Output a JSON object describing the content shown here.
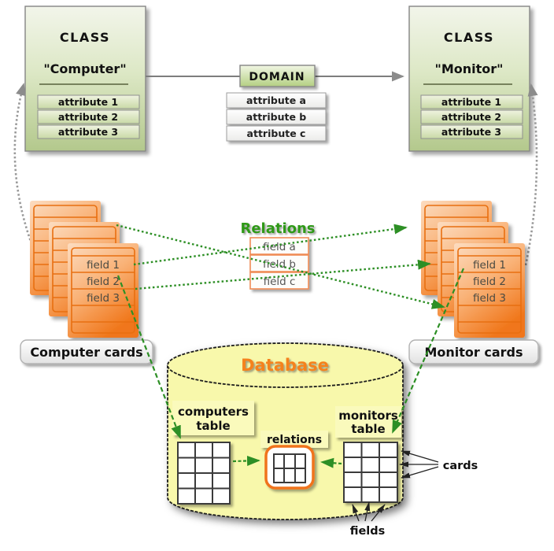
{
  "left_class": {
    "title": "CLASS",
    "name": "\"Computer\"",
    "attributes": [
      "attribute 1",
      "attribute 2",
      "attribute 3"
    ]
  },
  "right_class": {
    "title": "CLASS",
    "name": "\"Monitor\"",
    "attributes": [
      "attribute 1",
      "attribute 2",
      "attribute 3"
    ]
  },
  "domain": {
    "label": "DOMAIN",
    "attributes": [
      "attribute a",
      "attribute b",
      "attribute c"
    ]
  },
  "relations": {
    "title": "Relations",
    "fields": [
      "field a",
      "field b",
      "field c"
    ]
  },
  "computer_cards": {
    "label": "Computer cards",
    "fields": [
      "field 1",
      "field 2",
      "field 3"
    ]
  },
  "monitor_cards": {
    "label": "Monitor cards",
    "fields": [
      "field 1",
      "field 2",
      "field 3"
    ]
  },
  "database": {
    "title": "Database",
    "computers_table": [
      "computers",
      "table"
    ],
    "relations_table": "relations",
    "monitors_table": [
      "monitors",
      "table"
    ]
  },
  "annotations": {
    "cards": "cards",
    "fields": "fields"
  },
  "colors": {
    "card_orange": "#f0761a",
    "card_border_orange": "#e86f10",
    "class_green": "#b7cb90",
    "relations_title_green": "#2f9919",
    "arrow_green": "#2d8f25",
    "arrow_gray": "#9a9a9a",
    "database_yellow": "#f8f8ab",
    "database_title_orange": "#f5821e"
  }
}
